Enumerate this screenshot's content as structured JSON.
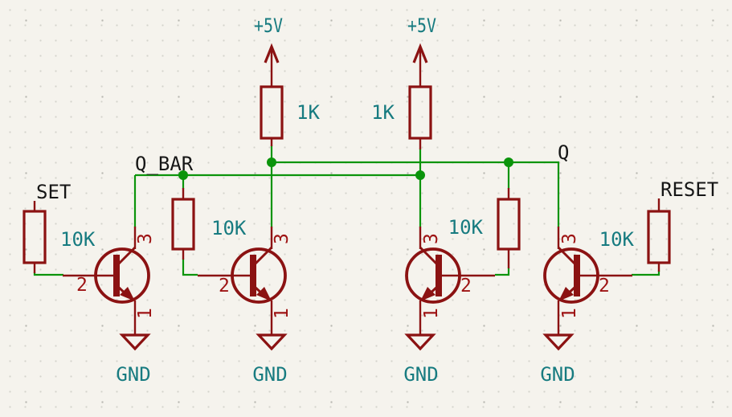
{
  "schematic": {
    "net_labels": {
      "set": "SET",
      "q_bar": "Q_BAR",
      "q": "Q",
      "reset": "RESET"
    },
    "power": {
      "left": "+5V",
      "right": "+5V"
    },
    "ground_label": "GND",
    "resistors": {
      "r_set": "10K",
      "r_pullup_left": "1K",
      "r_pullup_right": "1K",
      "r_base_left": "10K",
      "r_base_right": "10K",
      "r_reset": "10K"
    },
    "transistor_pins": {
      "collector": "3",
      "base": "2",
      "emitter": "1"
    },
    "colors": {
      "wire": "#0B940B",
      "symbol": "#8B1212",
      "pin_number": "#9D1212",
      "value_text": "#177B80",
      "label_text": "#161616",
      "background": "#F5F3ED"
    }
  }
}
